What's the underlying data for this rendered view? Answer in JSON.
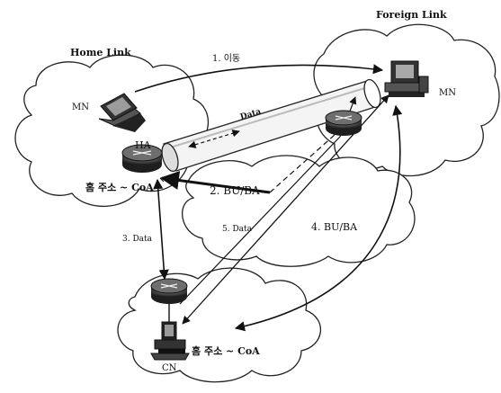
{
  "labels": {
    "home_link": "Home Link",
    "foreign_link": "Foreign Link",
    "mn_home": "MN",
    "mn_foreign": "MN",
    "ha": "HA",
    "cn": "CN",
    "home_addr_ha": "홈 주소 ~ CoA",
    "home_addr_cn": "홈 주소 ~ CoA",
    "tunnel_data": "Data",
    "step1": "1. 이동",
    "step2": "2. BU/BA",
    "step3": "3. Data",
    "step4": "4. BU/BA",
    "step5": "5. Data"
  },
  "colors": {
    "ink": "#111111",
    "cloud_fill": "#ffffff",
    "router_dark": "#2a2a2a"
  }
}
